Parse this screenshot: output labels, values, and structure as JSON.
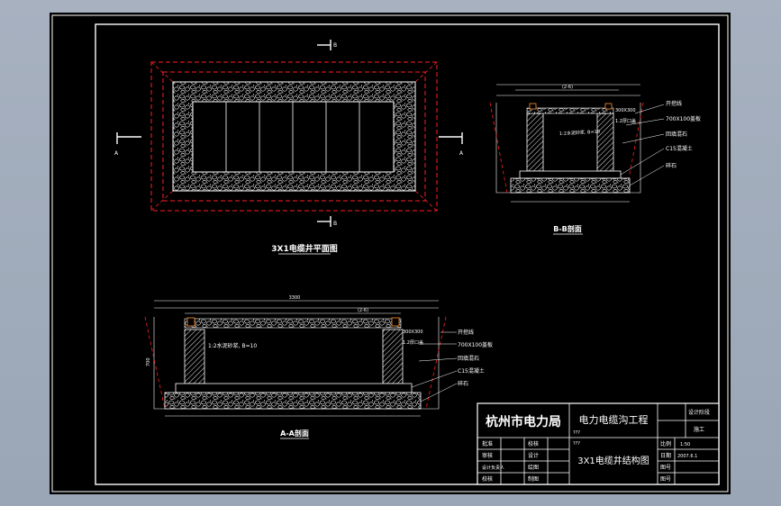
{
  "plan": {
    "title": "3X1电缆井平面图",
    "section_mark_top": "B",
    "section_mark_bottom": "B",
    "section_mark_left": "A",
    "section_mark_right": "A"
  },
  "section_b": {
    "title": "B-B剖面",
    "dim_top": "(2-6)",
    "labels": [
      "开挖线",
      "700X100盖板",
      "回填混石",
      "C15混凝土",
      "碎石"
    ],
    "inner_label": "1:2水泥砂浆, B=10",
    "pipe_label": "1.2厚口盖",
    "pipe_label2": "300X300"
  },
  "section_a": {
    "title": "A-A剖面",
    "dim_top": "3300",
    "dim_sub": "(2-6)",
    "labels": [
      "开挖线",
      "700X100盖板",
      "回填混石",
      "C15混凝土",
      "碎石"
    ],
    "inner_label": "1:2水泥砂浆, B=10",
    "pipe_label": "1.2厚口盖",
    "pipe_label2": "300X300",
    "side_dim": "700"
  },
  "title_block": {
    "company": "杭州市电力局",
    "project": "电力电缆沟工程",
    "drawing_name": "3X1电缆井结构图",
    "design_stage": "设计阶段",
    "stage_value": "施工",
    "question_marks_1": "???",
    "question_marks_2": "???",
    "rows_left": [
      "批准",
      "审核",
      "设计负责人",
      "校核"
    ],
    "rows_mid": [
      "校核",
      "设计",
      "绘图",
      "制图"
    ],
    "rows_right_keys": [
      "比例",
      "日期",
      "图号",
      "图号"
    ],
    "rows_right_vals": [
      "1:50",
      "2007.6.1",
      "",
      ""
    ]
  },
  "colors": {
    "background": "#000000",
    "line": "#ffffff",
    "excavation": "#ff2020",
    "desktop": "#a3adbc"
  }
}
